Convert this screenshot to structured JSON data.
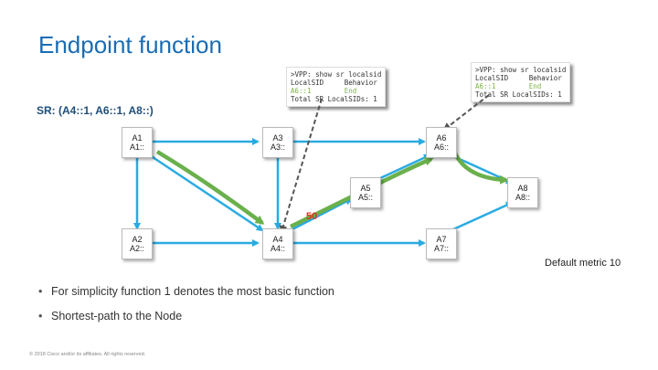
{
  "title": "Endpoint function",
  "cli_left": {
    "line1": ">VPP: show sr localsid",
    "line2_a": "LocalSID",
    "line2_b": "Behavior",
    "line3_a": "A6::1",
    "line3_b": "End",
    "line4": "Total SR LocalSIDs: 1"
  },
  "cli_right": {
    "line1": ">VPP: show sr localsid",
    "line2_a": "LocalSID",
    "line2_b": "Behavior",
    "line3_a": "A6::1",
    "line3_b": "End",
    "line4": "Total SR LocalSIDs: 1"
  },
  "sr_label": "SR: (A4::1, A6::1, A8::)",
  "nodes": {
    "a1": {
      "name": "A1",
      "addr": "A1::"
    },
    "a2": {
      "name": "A2",
      "addr": "A2::"
    },
    "a3": {
      "name": "A3",
      "addr": "A3::"
    },
    "a4": {
      "name": "A4",
      "addr": "A4::"
    },
    "a5": {
      "name": "A5",
      "addr": "A5::"
    },
    "a6": {
      "name": "A6",
      "addr": "A6::"
    },
    "a7": {
      "name": "A7",
      "addr": "A7::"
    },
    "a8": {
      "name": "A8",
      "addr": "A8::"
    }
  },
  "metric_label": "50",
  "default_metric": "Default metric 10",
  "bullets": [
    "For simplicity function 1 denotes the most basic function",
    "Shortest-path to the Node"
  ],
  "bullet_glyph": "•",
  "copyright": "© 2018 Cisco and/or its affiliates. All rights reserved.",
  "colors": {
    "title": "#1a6cb3",
    "link": "#29abe2",
    "path": "#6ab04c",
    "metric": "#e0301e"
  }
}
